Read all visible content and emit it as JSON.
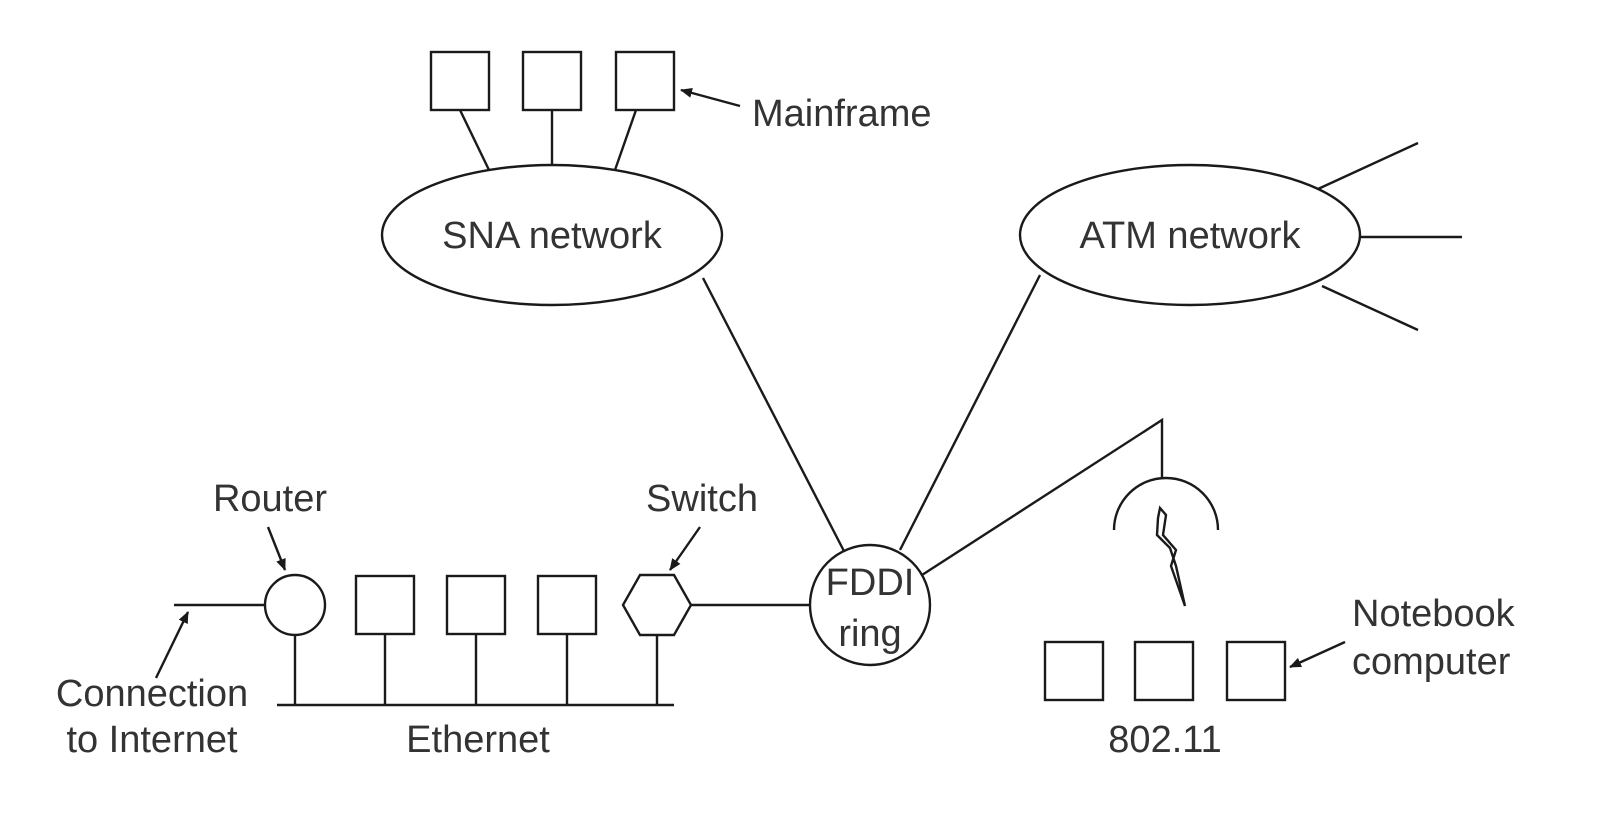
{
  "labels": {
    "mainframe": "Mainframe",
    "sna_network": "SNA network",
    "atm_network": "ATM network",
    "router": "Router",
    "switch": "Switch",
    "fddi_line1": "FDDI",
    "fddi_line2": "ring",
    "notebook_line1": "Notebook",
    "notebook_line2": "computer",
    "connection_line1": "Connection",
    "connection_line2": "to Internet",
    "ethernet": "Ethernet",
    "wireless": "802.11"
  },
  "colors": {
    "line": "#1a1a1a",
    "text": "#333333",
    "background": "#ffffff"
  }
}
